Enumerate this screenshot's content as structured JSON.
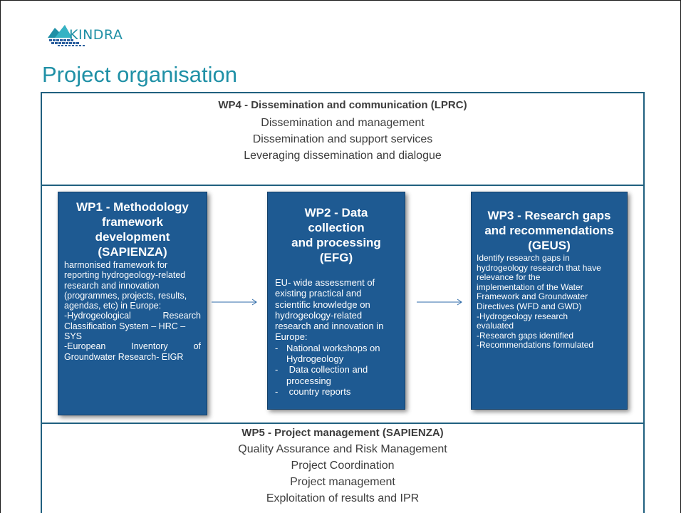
{
  "header": {
    "logo_text": "KINDRA",
    "title": "Project organisation"
  },
  "wp4": {
    "heading": "WP4 - Dissemination and communication (LPRC)",
    "lines": [
      "Dissemination and management",
      "Dissemination and support services",
      "Leveraging dissemination and dialogue"
    ]
  },
  "wp1": {
    "heading_lines": [
      "WP1 - Methodology",
      "framework",
      "development",
      "(SAPIENZA)"
    ],
    "body_lines": [
      "harmonised framework for",
      "reporting hydrogeology-related",
      "research and innovation",
      "(programmes, projects, results,",
      "agendas, etc) in Europe:",
      "-Hydrogeological Research",
      "Classification System – HRC –",
      "SYS",
      "-European Inventory of",
      "Groundwater Research- EIGR"
    ]
  },
  "wp2": {
    "heading_lines": [
      "WP2 - Data collection",
      "and processing  (EFG)"
    ],
    "body_lines": [
      "EU- wide  assessment of",
      "existing practical and",
      "scientific knowledge on",
      "hydrogeology-related",
      "research and innovation in",
      "Europe:"
    ],
    "bullets": [
      [
        "-",
        "National workshops on",
        "Hydrogeology"
      ],
      [
        "-",
        " Data collection and",
        "processing"
      ],
      [
        "-",
        " country reports",
        ""
      ]
    ]
  },
  "wp3": {
    "heading_lines": [
      "WP3 - Research gaps",
      "and recommendations",
      "(GEUS)"
    ],
    "body_lines": [
      "Identify research gaps in",
      "hydrogeology research that have",
      "relevance for the",
      "implementation of the Water",
      "Framework and Groundwater",
      "Directives (WFD and GWD)",
      "-Hydrogeology research",
      "evaluated",
      "-Research gaps identified",
      "-Recommendations formulated"
    ]
  },
  "wp5": {
    "heading": "WP5 - Project management  (SAPIENZA)",
    "lines": [
      "Quality Assurance and Risk Management",
      "Project Coordination",
      "Project management",
      "Exploitation of results and IPR"
    ]
  },
  "colors": {
    "title": "#1f90a6",
    "box_fill": "#1e5a92",
    "frame": "#20607f",
    "arrow": "#2e6aa8"
  }
}
